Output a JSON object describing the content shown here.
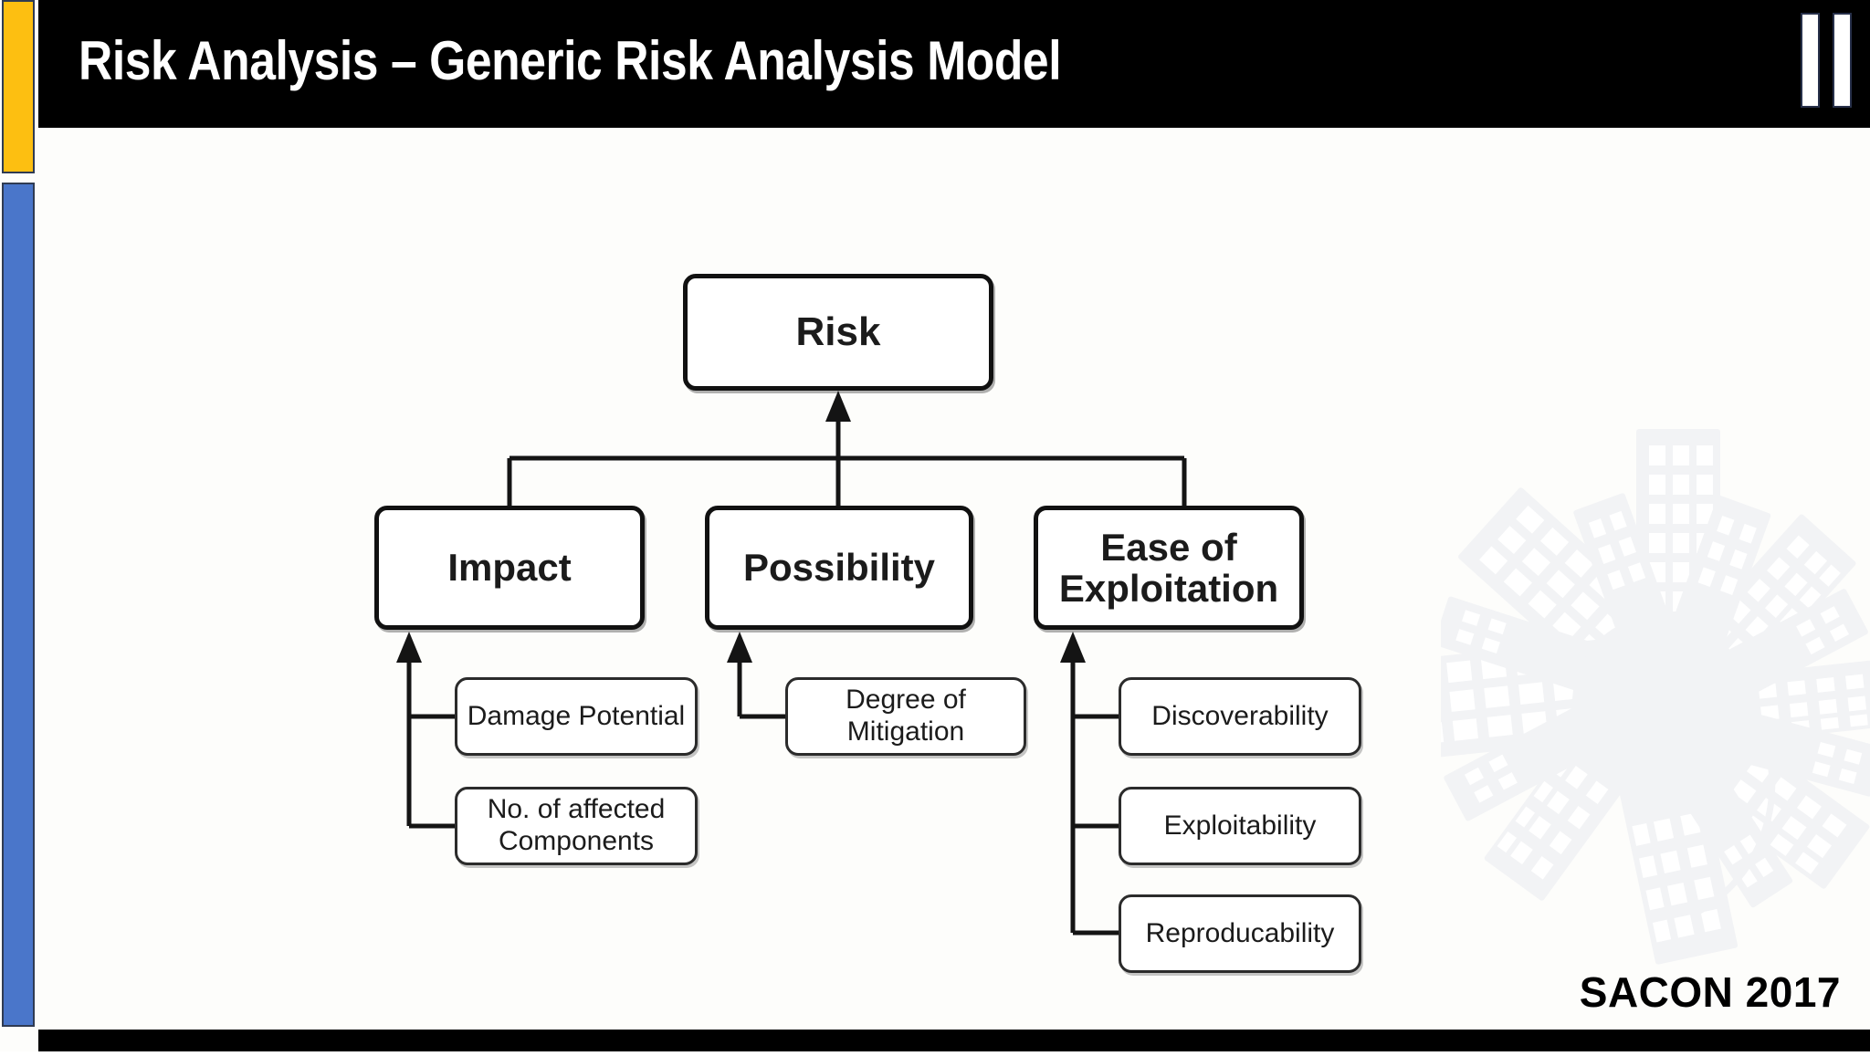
{
  "slide": {
    "title": "Risk Analysis – Generic Risk Analysis Model",
    "brand": "SACON 2017",
    "colors": {
      "header_bg": "#000000",
      "footer_bg": "#000000",
      "accent_yellow": "#fdbf11",
      "accent_blue": "#4a76ca",
      "title_text": "#ffffff",
      "node_border": "#111111",
      "node_bg": "#ffffff",
      "watermark": "#f3f4f6"
    },
    "logo": {
      "name": "two-vertical-bars-logo",
      "bars": 2
    }
  },
  "diagram": {
    "type": "hierarchy",
    "root": {
      "label": "Risk"
    },
    "branches": [
      {
        "label": "Impact",
        "children": [
          {
            "label": "Damage Potential"
          },
          {
            "label": "No. of affected\nComponents",
            "line1": "No. of affected",
            "line2": "Components"
          }
        ]
      },
      {
        "label": "Possibility",
        "children": [
          {
            "label": "Degree of\nMitigation",
            "line1": "Degree of",
            "line2": "Mitigation"
          }
        ]
      },
      {
        "label": "Ease of\nExploitation",
        "line1": "Ease of",
        "line2": "Exploitation",
        "children": [
          {
            "label": "Discoverability"
          },
          {
            "label": "Exploitability"
          },
          {
            "label": "Reproducability"
          }
        ]
      }
    ]
  }
}
